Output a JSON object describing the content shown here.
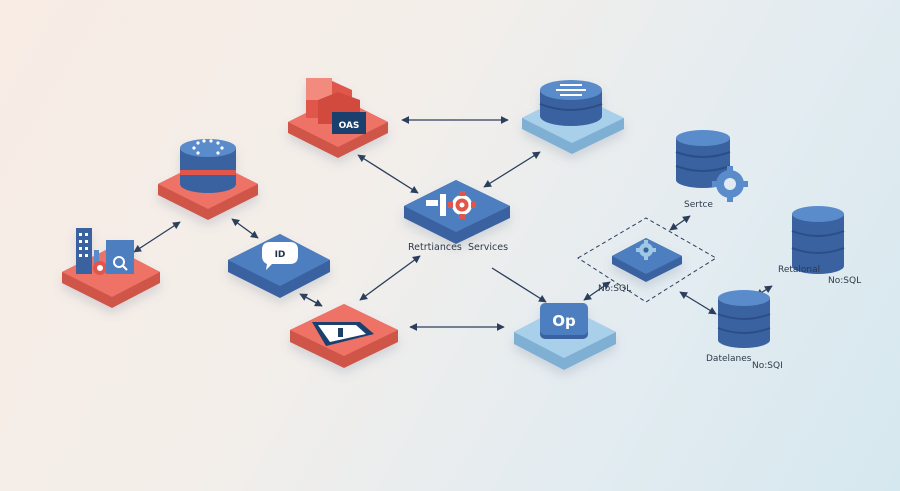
{
  "colors": {
    "red_top": "#ef7266",
    "red_side": "#cf5548",
    "blue_top": "#4d7fc0",
    "blue_side": "#3a62a0",
    "light_top": "#9ec8e4",
    "light_side": "#7fb0d4",
    "arrow": "#2b3f5c"
  },
  "nodes": {
    "api_spec": {
      "label": "OAS",
      "icon": "stacked-docs-icon"
    },
    "top_database": {
      "icon": "database-icon"
    },
    "left_database": {
      "icon": "database-icon"
    },
    "analytics": {
      "icon": "building-chart-search-icon"
    },
    "id_service": {
      "label": "ID",
      "icon": "chat-bubble-icon"
    },
    "services_hub": {
      "label_left": "Retrtiances",
      "label_right": "Services",
      "icon": "io-gear-icon"
    },
    "terminal": {
      "icon": "terminal-window-icon"
    },
    "op_service": {
      "label": "Op"
    },
    "nosql_group": {
      "label": "No:SQL",
      "icon": "gear-icon"
    },
    "services_db": {
      "label": "Sertce",
      "icon": "database-gear-icon"
    },
    "relational_db": {
      "label_left": "Retalonal",
      "label_right": "No:SQL",
      "icon": "database-icon"
    },
    "main_db": {
      "label_left": "Datelanes",
      "label_right": "No:SQI",
      "icon": "database-icon"
    }
  }
}
